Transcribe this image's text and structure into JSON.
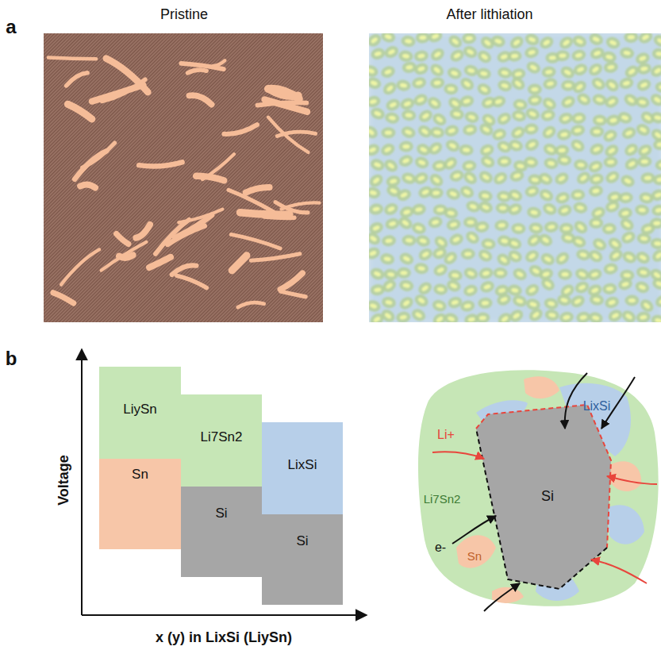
{
  "diagram": {
    "nodes": [
      {
        "text": [
          "LiySn"
        ]
      },
      {
        "text": [
          "Sn"
        ]
      },
      {
        "text": [
          "Li7Sn2"
        ]
      },
      {
        "text": [
          "Si"
        ]
      },
      {
        "text": [
          "LixSi"
        ]
      },
      {
        "text": [
          "Si"
        ]
      }
    ],
    "edges": [],
    "labels": [
      "a",
      "Pristine",
      "After lithiation",
      "b",
      "Voltage",
      "x (y) in LixSi (LiySn)",
      "Li+",
      "LixSi",
      "Li7Sn2",
      "Sn",
      "Si",
      "e-"
    ]
  }
}
